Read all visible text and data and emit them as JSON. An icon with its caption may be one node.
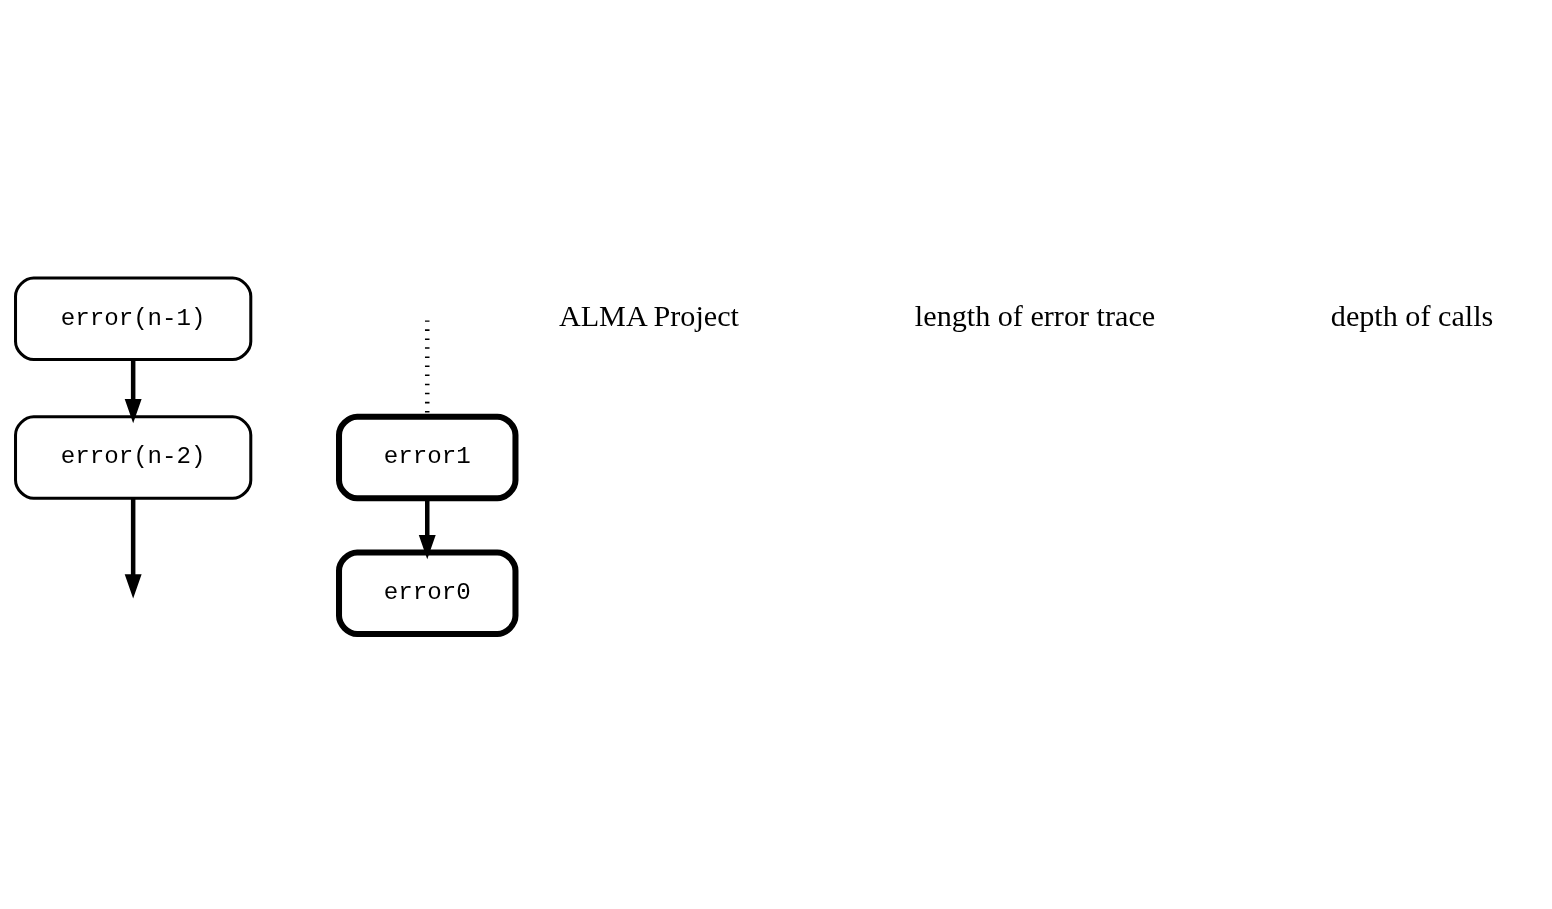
{
  "diagram": {
    "nodes": [
      {
        "text": [
          "error(n-1)"
        ]
      },
      {
        "text": [
          "error(n-2)"
        ]
      },
      {
        "text": [
          "error1"
        ]
      },
      {
        "text": [
          "error0"
        ]
      }
    ],
    "edges": [
      {
        "from": 0,
        "to": 1,
        "arrow": "to"
      },
      {
        "from": 1,
        "to": null,
        "arrow": "to"
      },
      {
        "from": null,
        "to": 2,
        "arrow": "none",
        "style": "dashed"
      },
      {
        "from": 2,
        "to": 3,
        "arrow": "to"
      }
    ],
    "labels": [
      "ALMA Project",
      "length of error trace",
      "depth of calls"
    ]
  }
}
